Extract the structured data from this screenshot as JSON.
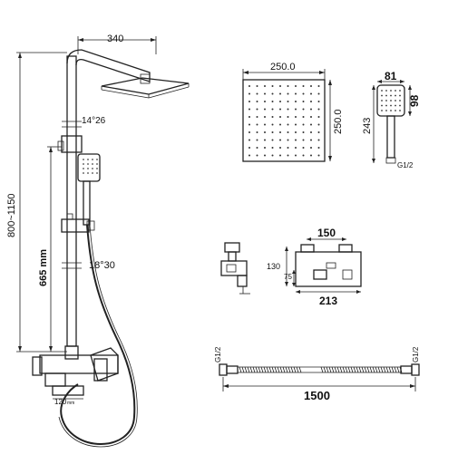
{
  "dimensions": {
    "arm_reach": "340",
    "swivel_top": "14°26",
    "height_range": "800~1150",
    "holder_height": "665 mm",
    "swivel_mid": "18°30",
    "spout": "120",
    "spout_unit": "mm",
    "head_width": "250.0",
    "head_depth": "250.0",
    "hand_width": "81",
    "hand_height": "98",
    "hand_length": "243",
    "hand_thread": "G1/2",
    "mixer_spacing": "150",
    "mixer_height": "130",
    "mixer_outlet": "75",
    "mixer_length": "213",
    "hose_left_thread": "G1/2",
    "hose_right_thread": "G1/2",
    "hose_length": "1500"
  }
}
